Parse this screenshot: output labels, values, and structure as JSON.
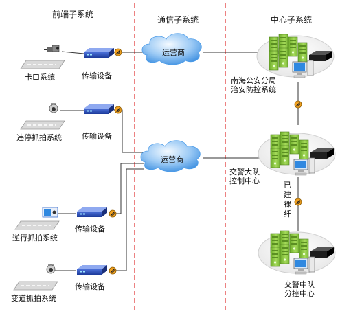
{
  "headers": {
    "front": "前端子系统",
    "comm": "通信子系统",
    "center": "中心子系统"
  },
  "front_sites": [
    {
      "label": "卡口系统",
      "device_label": "传输设备",
      "icon": "traffic-camera-icon"
    },
    {
      "label": "违停抓拍系统",
      "device_label": "传输设备",
      "icon": "dome-camera-icon"
    },
    {
      "label": "逆行抓拍系统",
      "device_label": "传输设备",
      "icon": "box-camera-icon"
    },
    {
      "label": "变道抓拍系统",
      "device_label": "传输设备",
      "icon": "dome-camera-icon"
    }
  ],
  "clouds": [
    {
      "label": "运营商"
    },
    {
      "label": "运营商"
    }
  ],
  "centers": [
    {
      "line1": "南海公安分局",
      "line2": "治安防控系统"
    },
    {
      "line1": "交警大队",
      "line2": "控制中心"
    },
    {
      "line1": "交警中队",
      "line2": "分控中心"
    }
  ],
  "fiber_label": [
    "已",
    "建",
    "裸",
    "纤"
  ],
  "colors": {
    "divider": "#e03030",
    "cloud_top": "#eaf5ff",
    "cloud_bottom": "#4b9be8",
    "server_green": "#8cc63f",
    "line": "#333333",
    "connector": "#f0a020"
  }
}
